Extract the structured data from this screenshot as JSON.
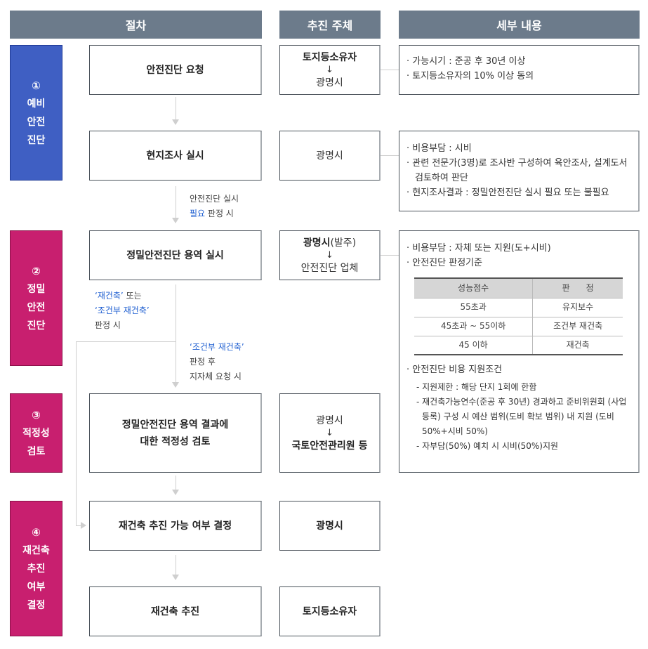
{
  "headers": {
    "procedure": "절차",
    "actor": "추진 주체",
    "detail": "세부 내용"
  },
  "stages": [
    {
      "num": "①",
      "lines": [
        "예비",
        "안전",
        "진단"
      ],
      "color": "#3f5fc3"
    },
    {
      "num": "②",
      "lines": [
        "정밀",
        "안전",
        "진단"
      ],
      "color": "#c81f6f"
    },
    {
      "num": "③",
      "lines": [
        "적정성",
        "검토"
      ],
      "color": "#c81f6f"
    },
    {
      "num": "④",
      "lines": [
        "재건축",
        "추진",
        "여부",
        "결정"
      ],
      "color": "#c81f6f"
    }
  ],
  "steps": [
    {
      "label": "안전진단 요청"
    },
    {
      "label": "현지조사 실시"
    },
    {
      "label": "정밀안전진단 용역 실시"
    },
    {
      "label_line1": "정밀안전진단 용역 결과에",
      "label_line2": "대한 적정성 검토"
    },
    {
      "label": "재건축 추진 가능 여부 결정"
    },
    {
      "label": "재건축 추진"
    }
  ],
  "actors": [
    {
      "top": "토지등소유자",
      "arrow": "↓",
      "bottom": "광명시"
    },
    {
      "label": "광명시"
    },
    {
      "top_bold": "광명시",
      "top_rest": "(발주)",
      "arrow": "↓",
      "bottom": "안전진단 업체"
    },
    {
      "top": "광명시",
      "arrow": "↓",
      "bottom": "국토안전관리원 등"
    },
    {
      "label": "광명시"
    },
    {
      "label": "토지등소유자"
    }
  ],
  "details": {
    "d1": [
      "· 가능시기 : 준공 후 30년 이상",
      "· 토지등소유자의 10% 이상 동의"
    ],
    "d2": [
      "· 비용부담 : 시비",
      "· 관련 전문가(3명)로 조사반 구성하여 육안조사, 설계도서 검토하여 판단",
      "· 현지조사결과 : 정밀안전진단 실시 필요 또는 불필요"
    ],
    "d3": {
      "items": [
        "· 비용부담 : 자체 또는 지원(도+시비)",
        "· 안전진단 판정기준"
      ],
      "table": {
        "headers": [
          "성능점수",
          "판      정"
        ],
        "rows": [
          [
            "55초과",
            "유지보수"
          ],
          [
            "45초과 ~ 55이하",
            "조건부 재건축"
          ],
          [
            "45 이하",
            "재건축"
          ]
        ]
      },
      "support_title": "· 안전진단 비용 지원조건",
      "support_items": [
        "- 지원제한 : 해당 단지 1회에 한함",
        "- 재건축가능연수(준공 후 30년) 경과하고 준비위원회 (사업등록) 구성 시 예산 범위(도비 확보 범위) 내 지원 (도비 50%+시비 50%)",
        "- 자부담(50%) 예치 시 시비(50%)지원"
      ]
    }
  },
  "notes": {
    "n1": {
      "line1": "안전진단 실시",
      "line2_blue": "필요",
      "line2_rest": " 판정 시"
    },
    "n2": {
      "line1_blue": "‘재건축’",
      "line1_rest": " 또는",
      "line2_blue": "‘조건부 재건축’",
      "line3": "판정 시"
    },
    "n3": {
      "line1_blue": "‘조건부 재건축’",
      "line2": "판정 후",
      "line3": "지자체 요청 시"
    }
  }
}
